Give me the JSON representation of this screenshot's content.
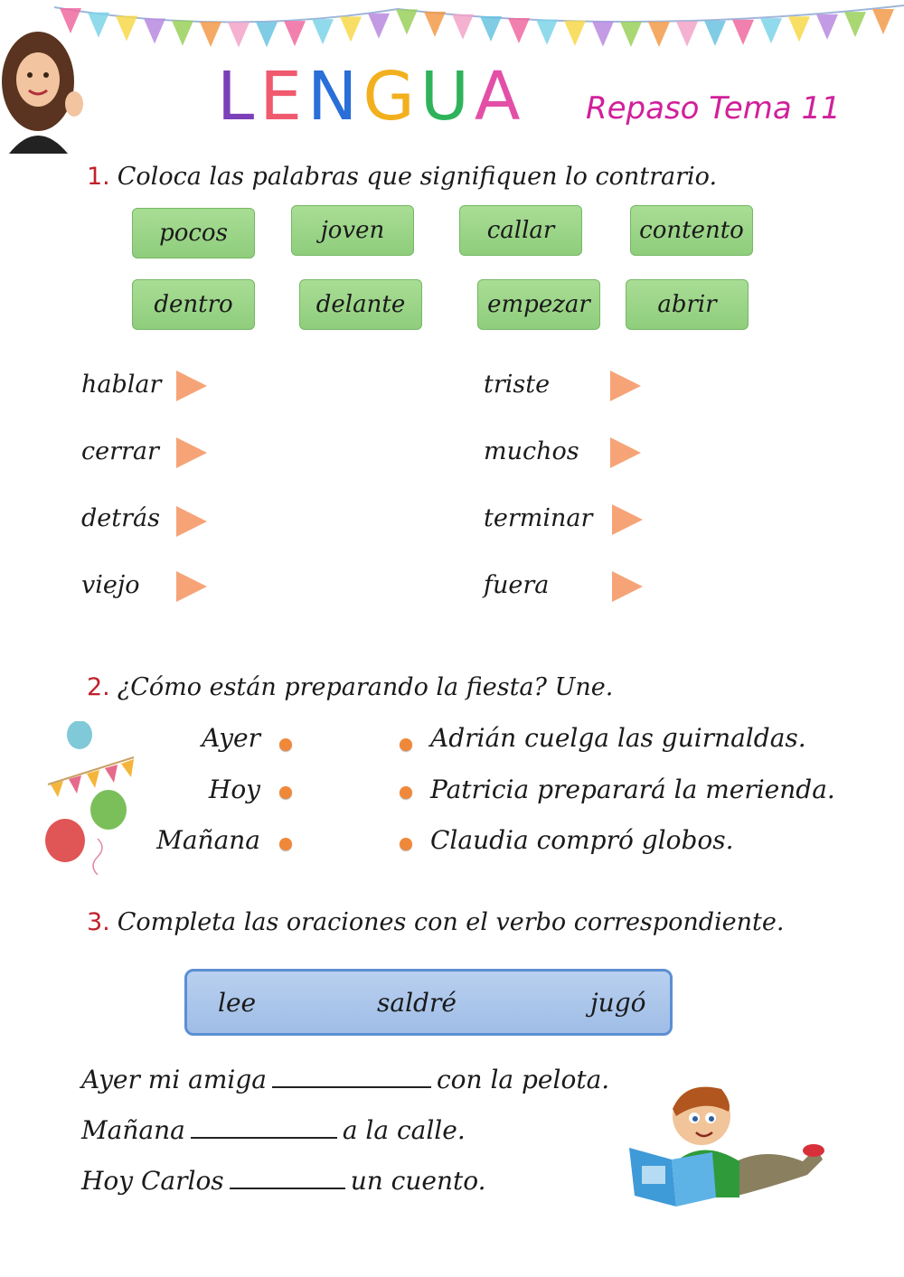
{
  "header": {
    "title_letters": [
      {
        "char": "L",
        "color": "#7b3fb8"
      },
      {
        "char": "E",
        "color": "#f05a6e"
      },
      {
        "char": "N",
        "color": "#2a6ed8"
      },
      {
        "char": "G",
        "color": "#f2b01e"
      },
      {
        "char": "U",
        "color": "#2fb35a"
      },
      {
        "char": "A",
        "color": "#e34fa6"
      }
    ],
    "subtitle": "Repaso Tema 11"
  },
  "q1": {
    "number": "1.",
    "prompt": "Coloca las palabras que signifiquen lo contrario.",
    "options": [
      "pocos",
      "joven",
      "callar",
      "contento",
      "dentro",
      "delante",
      "empezar",
      "abrir"
    ],
    "words_left": [
      "hablar",
      "cerrar",
      "detrás",
      "viejo"
    ],
    "words_right": [
      "triste",
      "muchos",
      "terminar",
      "fuera"
    ]
  },
  "q2": {
    "number": "2.",
    "prompt": "¿Cómo están preparando la fiesta? Une.",
    "left": [
      "Ayer",
      "Hoy",
      "Mañana"
    ],
    "right": [
      "Adrián cuelga las guirnaldas.",
      "Patricia preparará la merienda.",
      "Claudia compró globos."
    ]
  },
  "q3": {
    "number": "3.",
    "prompt": "Completa las oraciones con el verbo correspondiente.",
    "verbs": [
      "lee",
      "saldré",
      "jugó"
    ],
    "sentences": [
      {
        "before": "Ayer mi amiga",
        "after": "con la pelota."
      },
      {
        "before": "Mañana",
        "after": "a la calle."
      },
      {
        "before": "Hoy Carlos",
        "after": "un cuento."
      }
    ]
  },
  "colors": {
    "accent_number": "#c0202a",
    "chip_green": "#9ad587",
    "arrow": "#f6a477",
    "dot": "#f0883a",
    "verb_box": "#a9c4ea"
  }
}
